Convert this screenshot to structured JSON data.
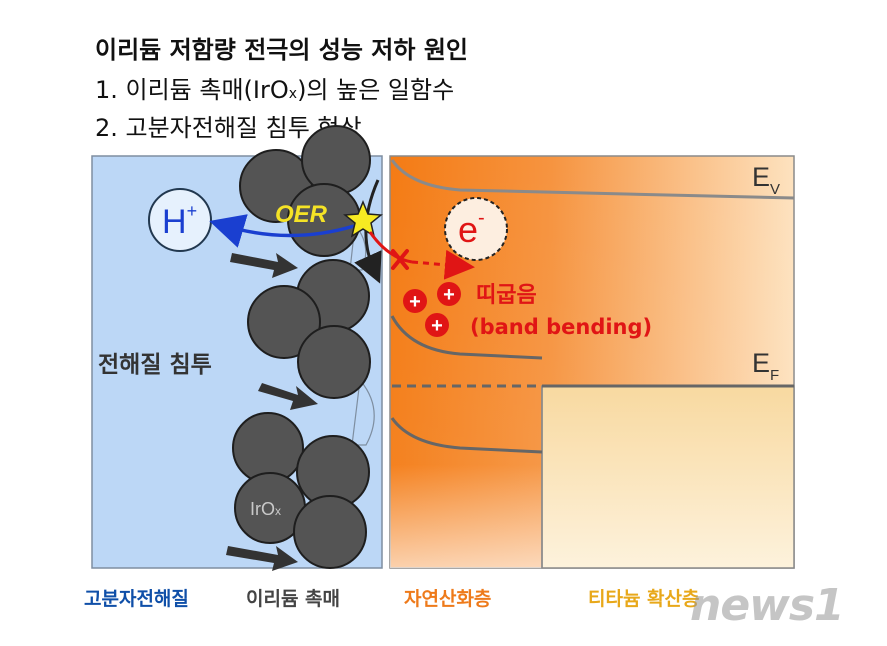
{
  "heading": {
    "title": "이리듐 저함량 전극의 성능 저하 원인",
    "point1_prefix": "1. 이리듐 촉매(IrO",
    "point1_sub": "x",
    "point1_suffix": ")의 높은 일함수",
    "point2": "2. 고분자전해질 침투 현상"
  },
  "diagram": {
    "proton": "H",
    "proton_charge": "+",
    "reaction": "OER",
    "electron": "e",
    "electron_charge": "-",
    "bending_label": "띠굽음",
    "bending_label_en": "(band bending)",
    "penetration_label": "전해질 침투",
    "catalyst_label": "IrO",
    "catalyst_sub": "x",
    "ev_label": "E",
    "ev_sub": "V",
    "ef_label": "E",
    "ef_sub": "F",
    "hole_symbol": "+"
  },
  "legend": {
    "electrolyte": "고분자전해질",
    "catalyst": "이리듐 촉매",
    "oxide": "자연산화층",
    "titanium": "티타늄 확산층"
  },
  "watermark": "news1",
  "colors": {
    "electrolyte": "#bcd7f6",
    "catalyst": "#555555",
    "oxide": "#f58220",
    "titanium": "#fde8c2",
    "electrolyte_label": "#0f4fa8",
    "catalyst_label": "#444444",
    "oxide_label": "#ee7a1a",
    "titanium_label": "#e8a81a",
    "bending_text": "#e01515",
    "proton_arrow": "#1a3fd0"
  }
}
